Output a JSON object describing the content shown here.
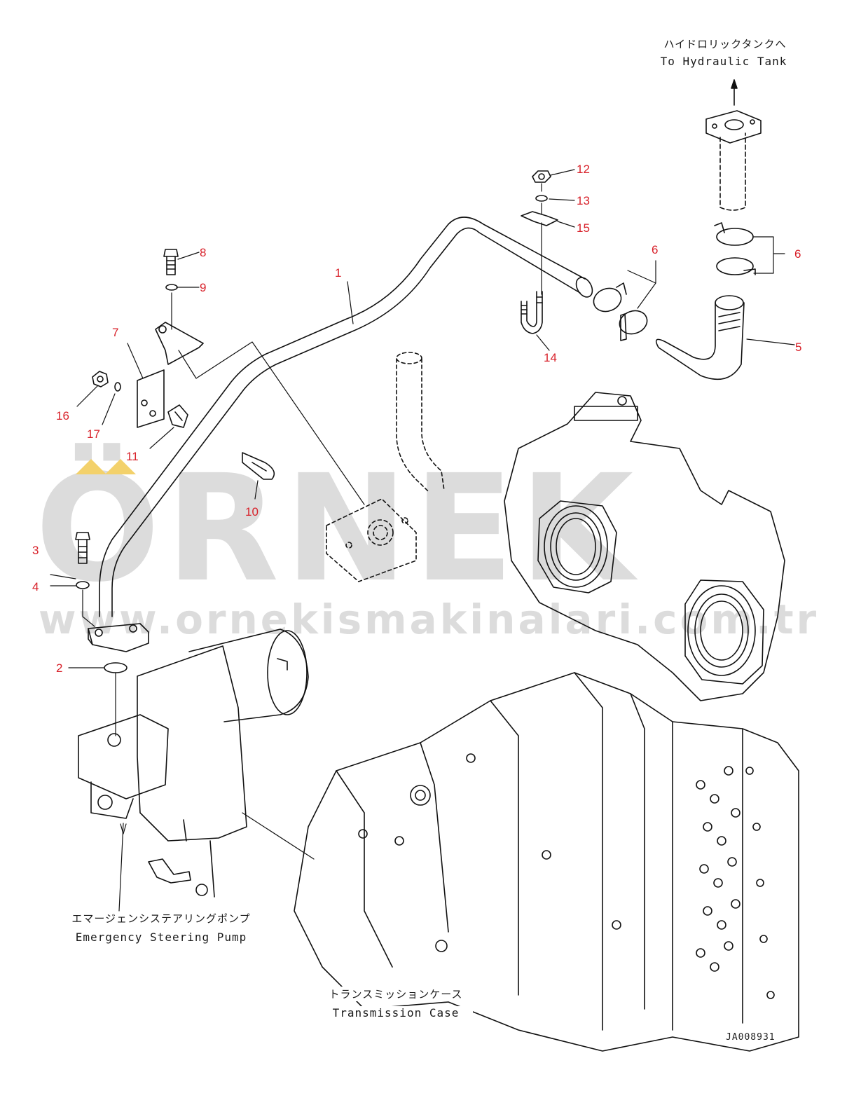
{
  "labels": {
    "hydraulic_tank_jp": "ハイドロリックタンクへ",
    "hydraulic_tank_en": "To Hydraulic Tank",
    "pump_jp": "エマージェンシステアリングポンプ",
    "pump_en": "Emergency Steering Pump",
    "transmission_jp": "トランスミッションケース",
    "transmission_en": "Transmission Case"
  },
  "callouts": {
    "c1": "1",
    "c2": "2",
    "c3": "3",
    "c4": "4",
    "c5": "5",
    "c6a": "6",
    "c6b": "6",
    "c7": "7",
    "c8": "8",
    "c9": "9",
    "c10": "10",
    "c11": "11",
    "c12": "12",
    "c13": "13",
    "c14": "14",
    "c15": "15",
    "c16": "16",
    "c17": "17"
  },
  "drawing_code": "JA008931",
  "watermark": {
    "brand": "ÖRNEK",
    "url": "www.ornekismakinalari.com.tr"
  },
  "colors": {
    "callout": "#d8212a",
    "watermark": "#dcdcdc",
    "watermark_accent": "#f3d16b"
  }
}
